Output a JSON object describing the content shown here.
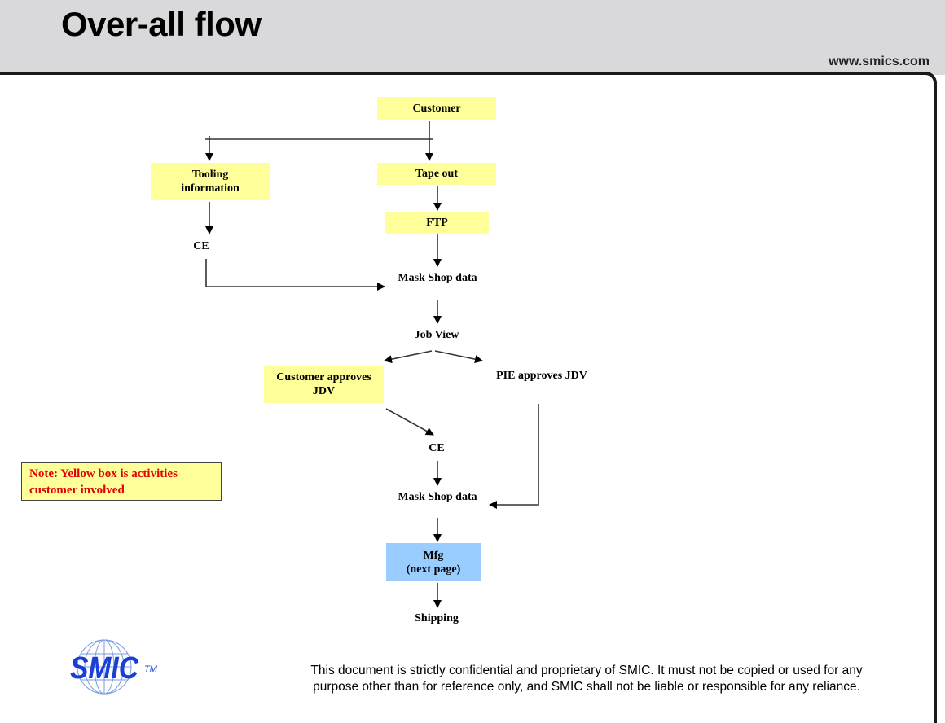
{
  "header": {
    "title": "Over-all flow",
    "website": "www.smics.com"
  },
  "colors": {
    "customer_box": "#ffff99",
    "mfg_box": "#99ccff",
    "note_text": "#e00000",
    "header_bg": "#d9d9db",
    "logo_blue": "#1a3fd6"
  },
  "flow": {
    "nodes": {
      "customer": "Customer",
      "tooling_info_line1": "Tooling",
      "tooling_info_line2": "information",
      "tape_out": "Tape out",
      "ftp": "FTP",
      "ce_top": "CE",
      "mask_shop_data_1": "Mask Shop data",
      "job_view": "Job View",
      "customer_approves_line1": "Customer approves",
      "customer_approves_line2": "JDV",
      "pie_approves": "PIE approves JDV",
      "ce_bottom": "CE",
      "mask_shop_data_2": "Mask Shop data",
      "mfg_line1": "Mfg",
      "mfg_line2": "(next page)",
      "shipping": "Shipping"
    },
    "edges": [
      [
        "customer",
        "tooling_info"
      ],
      [
        "customer",
        "tape_out"
      ],
      [
        "tape_out",
        "ftp"
      ],
      [
        "ftp",
        "mask_shop_data_1"
      ],
      [
        "tooling_info",
        "ce_top"
      ],
      [
        "ce_top",
        "mask_shop_data_1"
      ],
      [
        "mask_shop_data_1",
        "job_view"
      ],
      [
        "job_view",
        "customer_approves"
      ],
      [
        "job_view",
        "pie_approves"
      ],
      [
        "customer_approves",
        "ce_bottom"
      ],
      [
        "ce_bottom",
        "mask_shop_data_2"
      ],
      [
        "pie_approves",
        "mask_shop_data_2"
      ],
      [
        "mask_shop_data_2",
        "mfg"
      ],
      [
        "mfg",
        "shipping"
      ]
    ]
  },
  "note": {
    "line1": "Note: Yellow box is activities",
    "line2": "customer involved"
  },
  "footer": {
    "logo_text": "SMIC",
    "trademark": "TM",
    "disclaimer_line1": "This document is strictly confidential and proprietary of SMIC. It must not be copied or used for any",
    "disclaimer_line2": "purpose other than for reference only, and SMIC shall not be liable or responsible for any reliance."
  }
}
